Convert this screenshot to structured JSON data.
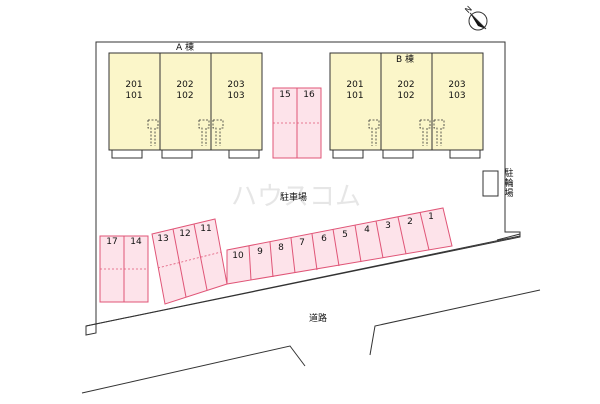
{
  "north_label": "N",
  "building_a": {
    "label": "A 棟",
    "units": [
      "201\n101",
      "202\n102",
      "203\n103"
    ]
  },
  "building_b": {
    "label": "B 棟",
    "units": [
      "201\n101",
      "202\n102",
      "203\n103"
    ]
  },
  "parking_label": "駐車場",
  "bike_label": "駐\n輪\n場",
  "road_label": "道路",
  "watermark": "ハウスコム",
  "spaces_center": [
    "15",
    "16"
  ],
  "spaces_left": [
    "17",
    "14"
  ],
  "spaces_angled_left": [
    "13",
    "12",
    "11"
  ],
  "spaces_row": [
    "10",
    "9",
    "8",
    "7",
    "6",
    "5",
    "4",
    "3",
    "2",
    "1"
  ],
  "colors": {
    "building_fill": "#fbf6c9",
    "parking_fill": "#fde3ea",
    "parking_line": "#e05577",
    "outline": "#333333"
  }
}
